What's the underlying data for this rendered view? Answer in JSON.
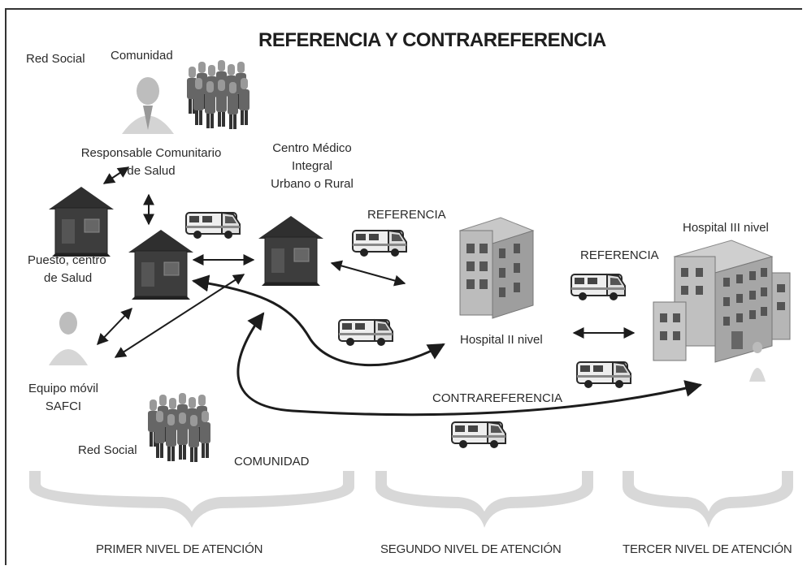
{
  "title": "REFERENCIA Y CONTRAREFERENCIA",
  "labels": {
    "red_social_top": "Red Social",
    "comunidad_top": "Comunidad",
    "responsable_line1": "Responsable Comunitario",
    "responsable_line2": "de Salud",
    "centro_line1": "Centro Médico",
    "centro_line2": "Integral",
    "centro_line3": "Urbano o Rural",
    "referencia_1": "REFERENCIA",
    "referencia_2": "REFERENCIA",
    "hospital_iii": "Hospital III nivel",
    "puesto_line1": "Puesto, centro",
    "puesto_line2": "de Salud",
    "hospital_ii": "Hospital II nivel",
    "equipo_line1": "Equipo móvil",
    "equipo_line2": "SAFCI",
    "contrareferencia": "CONTRAREFERENCIA",
    "red_social_bottom": "Red Social",
    "comunidad_bottom": "COMUNIDAD"
  },
  "levels": [
    "PRIMER NIVEL DE ATENCIÓN",
    "SEGUNDO NIVEL DE ATENCIÓN",
    "TERCER NIVEL DE ATENCIÓN"
  ],
  "colors": {
    "frame": "#333333",
    "house_dark": "#3a3a3a",
    "brace": "#d8d8d8",
    "arrow": "#1c1c1c",
    "hospital": "#b9b9b9"
  },
  "icons": [
    "person-icon",
    "crowd-icon",
    "house-icon",
    "ambulance-icon",
    "hospital-icon",
    "brace-icon"
  ]
}
